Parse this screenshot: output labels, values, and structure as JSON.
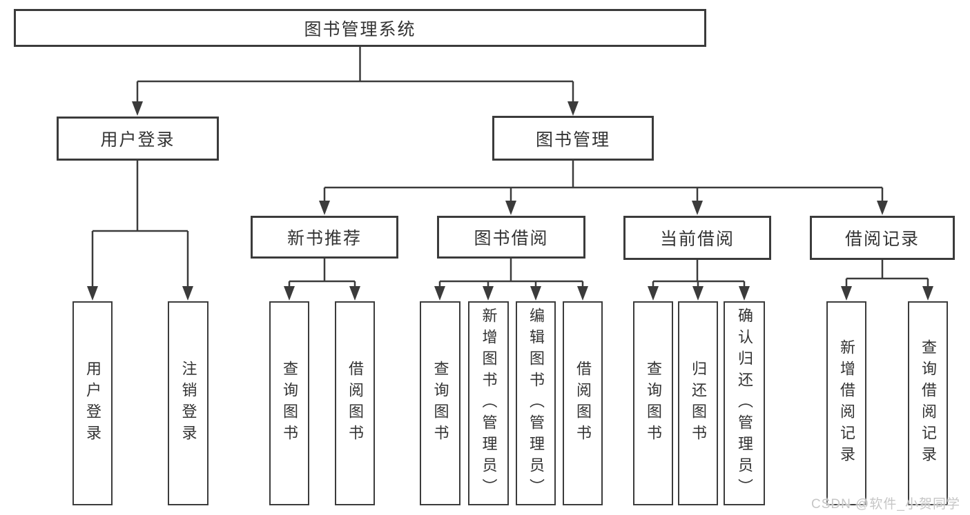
{
  "diagram": {
    "root": {
      "label": "图书管理系统"
    },
    "branches": [
      {
        "label": "用户登录",
        "children": [
          {
            "label": "用户登录"
          },
          {
            "label": "注销登录"
          }
        ]
      },
      {
        "label": "图书管理",
        "groups": [
          {
            "label": "新书推荐",
            "children": [
              {
                "label": "查询图书"
              },
              {
                "label": "借阅图书"
              }
            ]
          },
          {
            "label": "图书借阅",
            "children": [
              {
                "label": "查询图书"
              },
              {
                "label": "新增图书（管理员）"
              },
              {
                "label": "编辑图书（管理员）"
              },
              {
                "label": "借阅图书"
              }
            ]
          },
          {
            "label": "当前借阅",
            "children": [
              {
                "label": "查询图书"
              },
              {
                "label": "归还图书"
              },
              {
                "label": "确认归还（管理员）"
              }
            ]
          },
          {
            "label": "借阅记录",
            "children": [
              {
                "label": "新增借阅记录"
              },
              {
                "label": "查询借阅记录"
              }
            ]
          }
        ]
      }
    ]
  },
  "watermark": {
    "text": "CSDN @软件_小贺同学"
  },
  "colors": {
    "line": "#3b3b3b",
    "text": "#333333",
    "background": "#ffffff",
    "watermark": "#c6c6c6"
  }
}
